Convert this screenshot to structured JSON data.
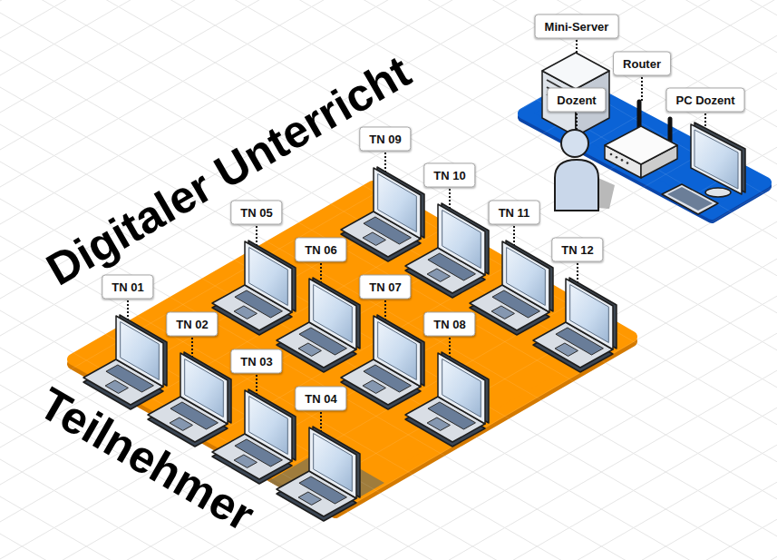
{
  "diagram": {
    "title": "Digitaler Unterricht",
    "nodes": [
      {
        "text": [
          "Mini-Server"
        ]
      },
      {
        "text": [
          "Router"
        ]
      },
      {
        "text": [
          "Dozent"
        ]
      },
      {
        "text": [
          "PC Dozent"
        ]
      },
      {
        "text": [
          "TN 01"
        ]
      },
      {
        "text": [
          "TN 02"
        ]
      },
      {
        "text": [
          "TN 03"
        ]
      },
      {
        "text": [
          "TN 04"
        ]
      },
      {
        "text": [
          "TN 05"
        ]
      },
      {
        "text": [
          "TN 06"
        ]
      },
      {
        "text": [
          "TN 07"
        ]
      },
      {
        "text": [
          "TN 08"
        ]
      },
      {
        "text": [
          "TN 09"
        ]
      },
      {
        "text": [
          "TN 10"
        ]
      },
      {
        "text": [
          "TN 11"
        ]
      },
      {
        "text": [
          "TN 12"
        ]
      }
    ],
    "labels": [
      "Teilnehmer"
    ]
  }
}
